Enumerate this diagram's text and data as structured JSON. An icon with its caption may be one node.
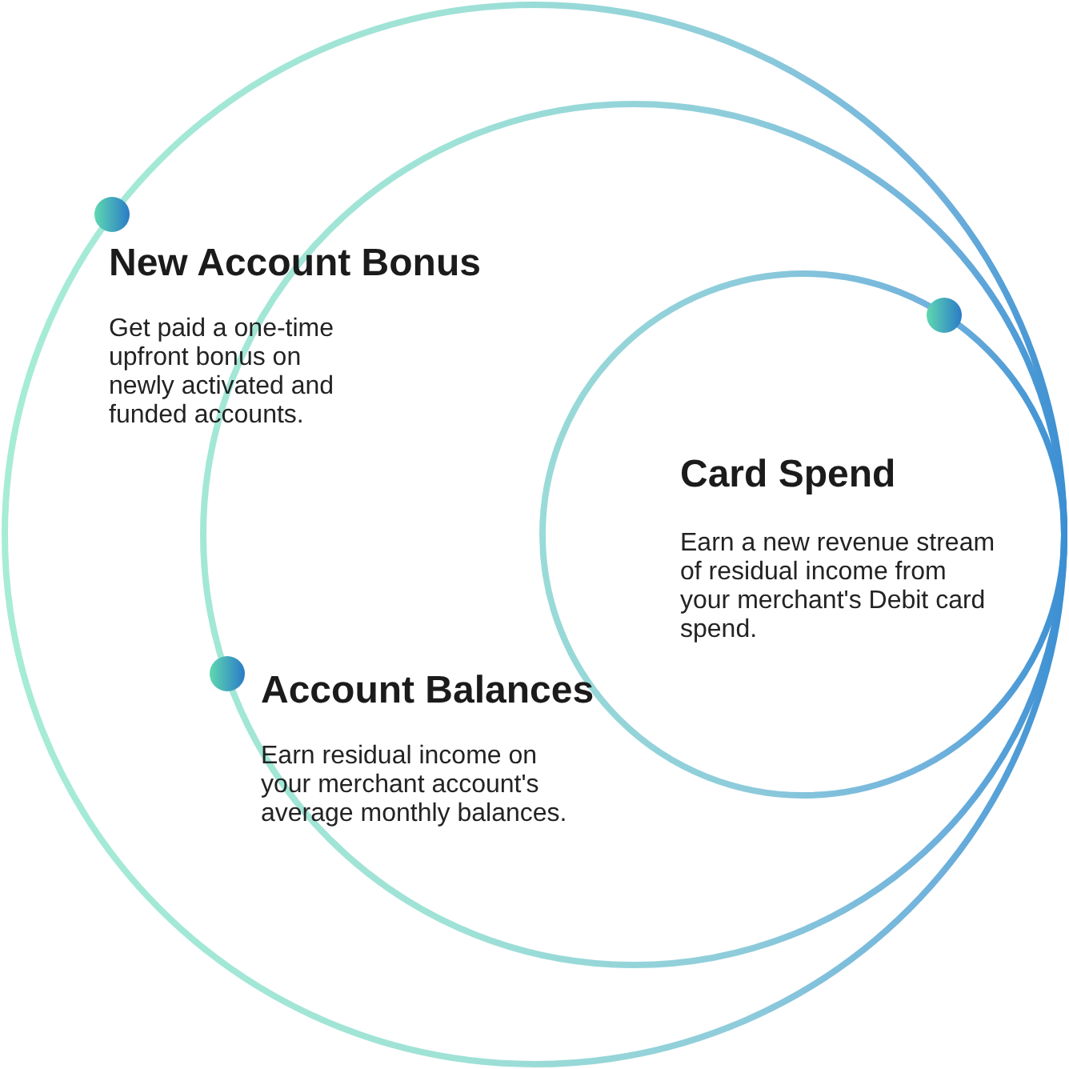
{
  "diagram": {
    "nodes": [
      {
        "text": [
          "New Account Bonus",
          "Get paid a one-time upfront bonus on newly activated and funded accounts."
        ]
      },
      {
        "text": [
          "Account Balances",
          "Earn residual income on your merchant account's average monthly balances."
        ],
        "in": 0
      },
      {
        "text": [
          "Card Spend",
          "Earn a new revenue stream of residual income from your merchant's Debit card spend."
        ],
        "in": 1
      }
    ]
  }
}
